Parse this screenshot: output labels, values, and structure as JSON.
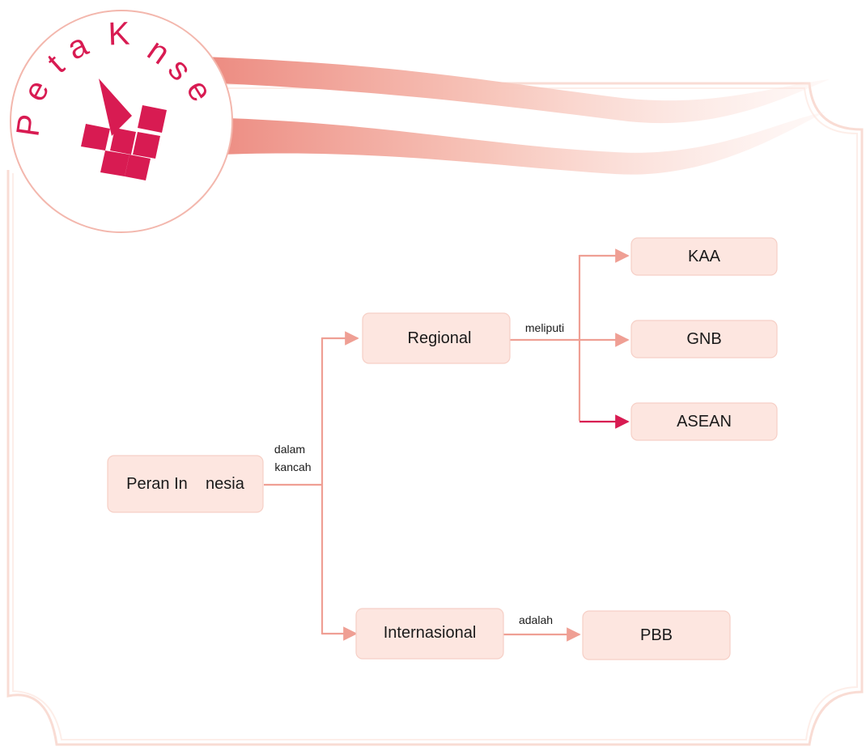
{
  "title": {
    "letters": [
      "P",
      "e",
      "t",
      "a",
      "K",
      "n",
      "s",
      "e"
    ]
  },
  "nodes": {
    "root": "Peran In    nesia",
    "regional": "Regional",
    "internasional": "Internasional",
    "kaa": "KAA",
    "gnb": "GNB",
    "asean": "ASEAN",
    "pbb": "PBB"
  },
  "edge_labels": {
    "dalam_kancah_line1": "dalam",
    "dalam_kancah_line2": "kancah",
    "meliputi": "meliputi",
    "adalah": "adalah"
  },
  "colors": {
    "accent": "#d81b52",
    "connector": "#ef9f94",
    "node_fill": "#fde6e0",
    "frame": "#f9dcd4"
  }
}
